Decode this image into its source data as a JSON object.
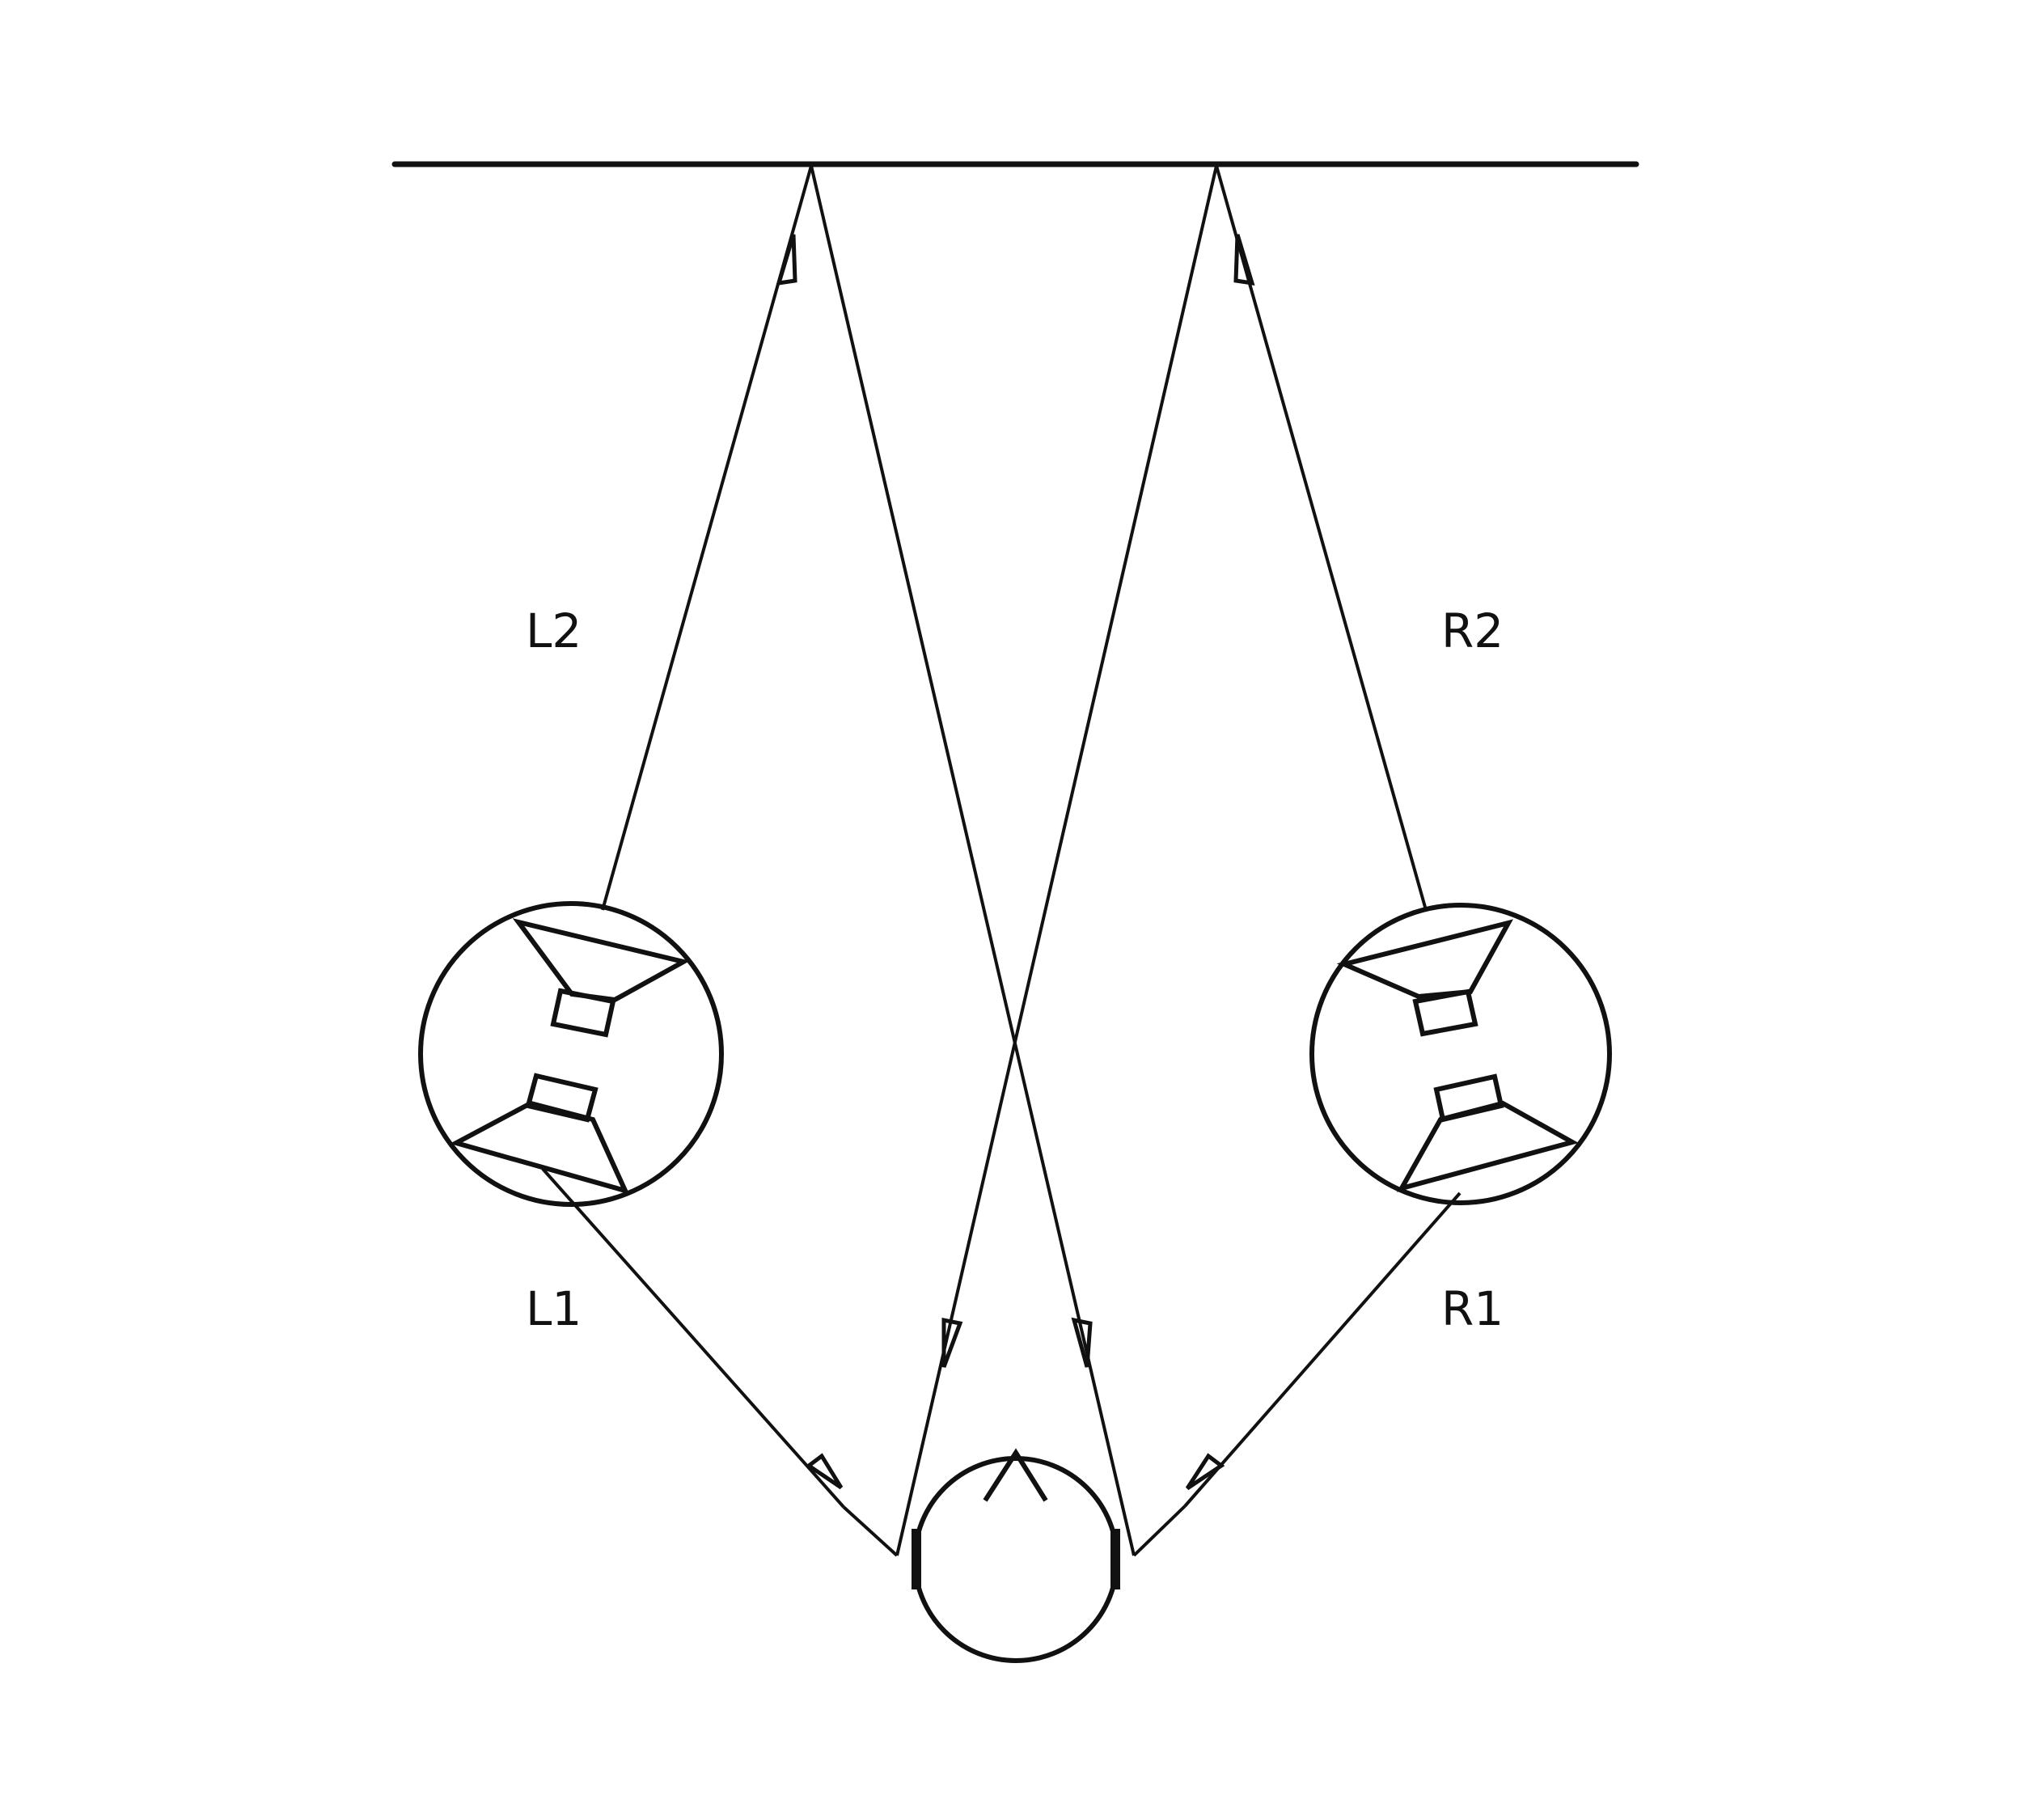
{
  "diagram": {
    "labels": {
      "l2": "L2",
      "r2": "R2",
      "l1": "L1",
      "r1": "R1"
    },
    "colors": {
      "line": "#111111",
      "background": "#ffffff"
    },
    "icons": {
      "left_speaker": "dual-driver-speaker-icon",
      "right_speaker": "dual-driver-speaker-icon",
      "listener": "listener-head-icon",
      "wall": "reflecting-wall"
    }
  }
}
